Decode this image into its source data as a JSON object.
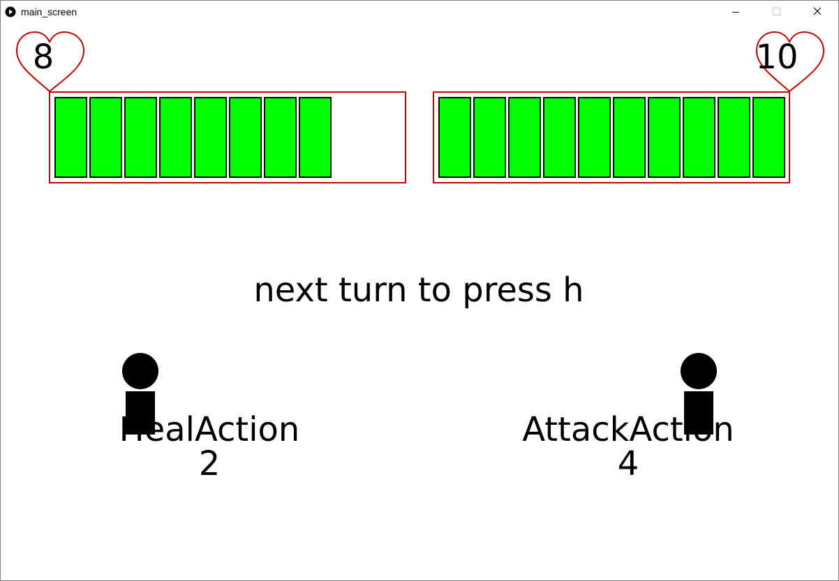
{
  "window": {
    "title": "main_screen",
    "icon": "play-circle-icon",
    "controls": [
      "minimize-icon",
      "maximize-icon",
      "close-icon"
    ]
  },
  "colors": {
    "heart": "#c00000",
    "frame": "#c00000",
    "cell": "#00ff00",
    "figure": "#000000"
  },
  "player_left": {
    "hp": "8",
    "hp_max": 10,
    "action_name": "HealAction",
    "action_value": "2"
  },
  "player_right": {
    "hp": "10",
    "hp_max": 10,
    "action_name": "AttackAction",
    "action_value": "4"
  },
  "message": "next turn to press h"
}
